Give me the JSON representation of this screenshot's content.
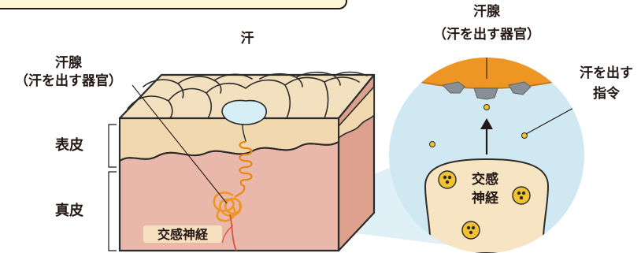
{
  "labels": {
    "sweat": "汗",
    "gland_left": {
      "line1": "汗腺",
      "line2": "（汗を出す器官）"
    },
    "epidermis": "表皮",
    "dermis": "真皮",
    "nerve_left": "交感神経",
    "gland_right": {
      "line1": "汗腺",
      "line2": "（汗を出す器官）"
    },
    "command": {
      "line1": "汗を出す",
      "line2": "指令"
    },
    "nerve_right": {
      "line1": "交感",
      "line2": "神経"
    }
  },
  "colors": {
    "epidermis": "#f3e0bf",
    "dermis": "#eab8aa",
    "dermis_dark": "#dca08c",
    "outline": "#2b2b2b",
    "gland": "#ee9623",
    "gland_dark": "#c9761a",
    "sweat_drop": "#d6eef6",
    "zoom_circle": "#cfe8f2",
    "nerve_fill": "#f7e4c2",
    "vesicle": "#f3c230",
    "receptor": "#8a8f96"
  }
}
